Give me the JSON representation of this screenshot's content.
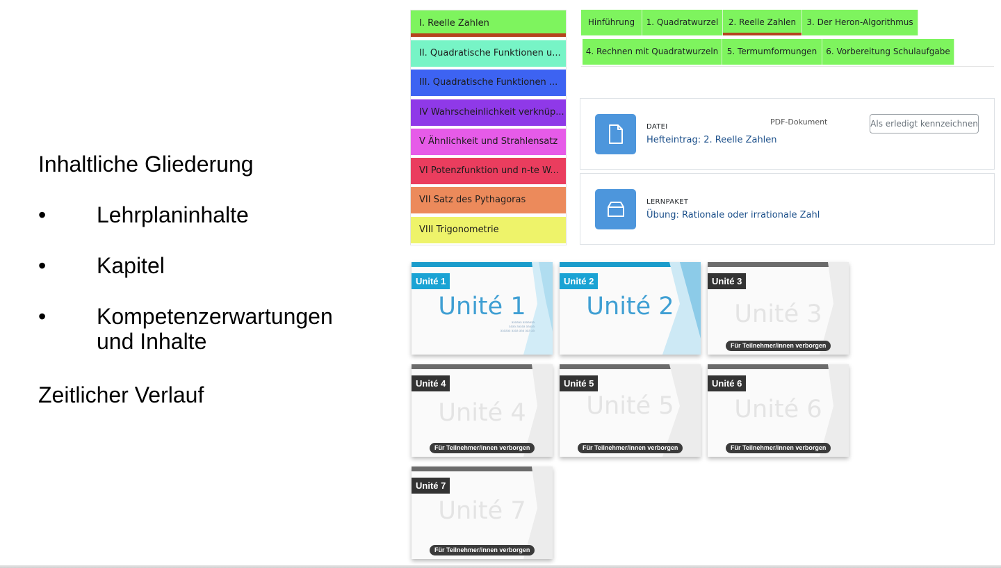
{
  "slide": {
    "heading1": "Inhaltliche Gliederung",
    "bullets": [
      {
        "dot": "•",
        "text": "Lehrplaninhalte"
      },
      {
        "dot": "•",
        "text": "Kapitel"
      },
      {
        "dot": "•",
        "text": "Kompetenzerwartungen",
        "text2": "und Inhalte"
      }
    ],
    "heading2": "Zeitlicher Verlauf"
  },
  "chapters": [
    {
      "label": "I. Reelle Zahlen",
      "color": "#7ef45e",
      "active": true
    },
    {
      "label": "II. Quadratische Funktionen u...",
      "color": "#77f4c6"
    },
    {
      "label": "III. Quadratische Funktionen ...",
      "color": "#3d63f2"
    },
    {
      "label": "IV Wahrscheinlichkeit verknüp...",
      "color": "#8f39e8"
    },
    {
      "label": "V Ähnlichkeit und Strahlensatz",
      "color": "#e65be8"
    },
    {
      "label": "VI Potenzfunktion und n-te W...",
      "color": "#ea3d5e"
    },
    {
      "label": "VII Satz des Pythagoras",
      "color": "#ec8a5b"
    },
    {
      "label": "VIII Trigonometrie",
      "color": "#eef36a"
    }
  ],
  "tabs": {
    "row1": [
      {
        "label": "Hinführung"
      },
      {
        "label": "1. Quadratwurzel"
      },
      {
        "label": "2. Reelle Zahlen",
        "active": true
      },
      {
        "label": "3. Der Heron-Algorithmus"
      }
    ],
    "row2": [
      {
        "label": "4. Rechnen mit Quadratwurzeln"
      },
      {
        "label": "5. Termumformungen"
      },
      {
        "label": "6. Vorbereitung Schulaufgabe"
      }
    ]
  },
  "activities": [
    {
      "type": "DATEI",
      "title": "Hefteintrag: 2. Reelle Zahlen",
      "meta": "PDF-Dokument",
      "button": "Als erledigt kennzeichnen",
      "icon": "file-icon"
    },
    {
      "type": "LERNPAKET",
      "title": "Übung: Rationale oder irrationale Zahl",
      "icon": "package-icon"
    }
  ],
  "units": [
    {
      "label": "Unité 1",
      "big": "Unité 1",
      "visible": true,
      "small": [
        "aaaaaa aaaaaaa",
        "aaaa aaaaa aaaaa",
        "aaaaaa aaaa aaa aaa aa"
      ]
    },
    {
      "label": "Unité 2",
      "big": "Unité 2",
      "visible": true
    },
    {
      "label": "Unité 3",
      "big": "Unité 3",
      "visible": false,
      "badge": "Für Teilnehmer/innen verborgen"
    },
    {
      "label": "Unité 4",
      "big": "Unité 4",
      "visible": false,
      "badge": "Für Teilnehmer/innen verborgen"
    },
    {
      "label": "Unité 5",
      "big": "Unité 5",
      "visible": false,
      "badge": "Für Teilnehmer/innen verborgen"
    },
    {
      "label": "Unité 6",
      "big": "Unité 6",
      "visible": false,
      "badge": "Für Teilnehmer/innen verborgen"
    },
    {
      "label": "Unité 7",
      "big": "Unité 7",
      "visible": false,
      "badge": "Für Teilnehmer/innen verborgen"
    }
  ]
}
